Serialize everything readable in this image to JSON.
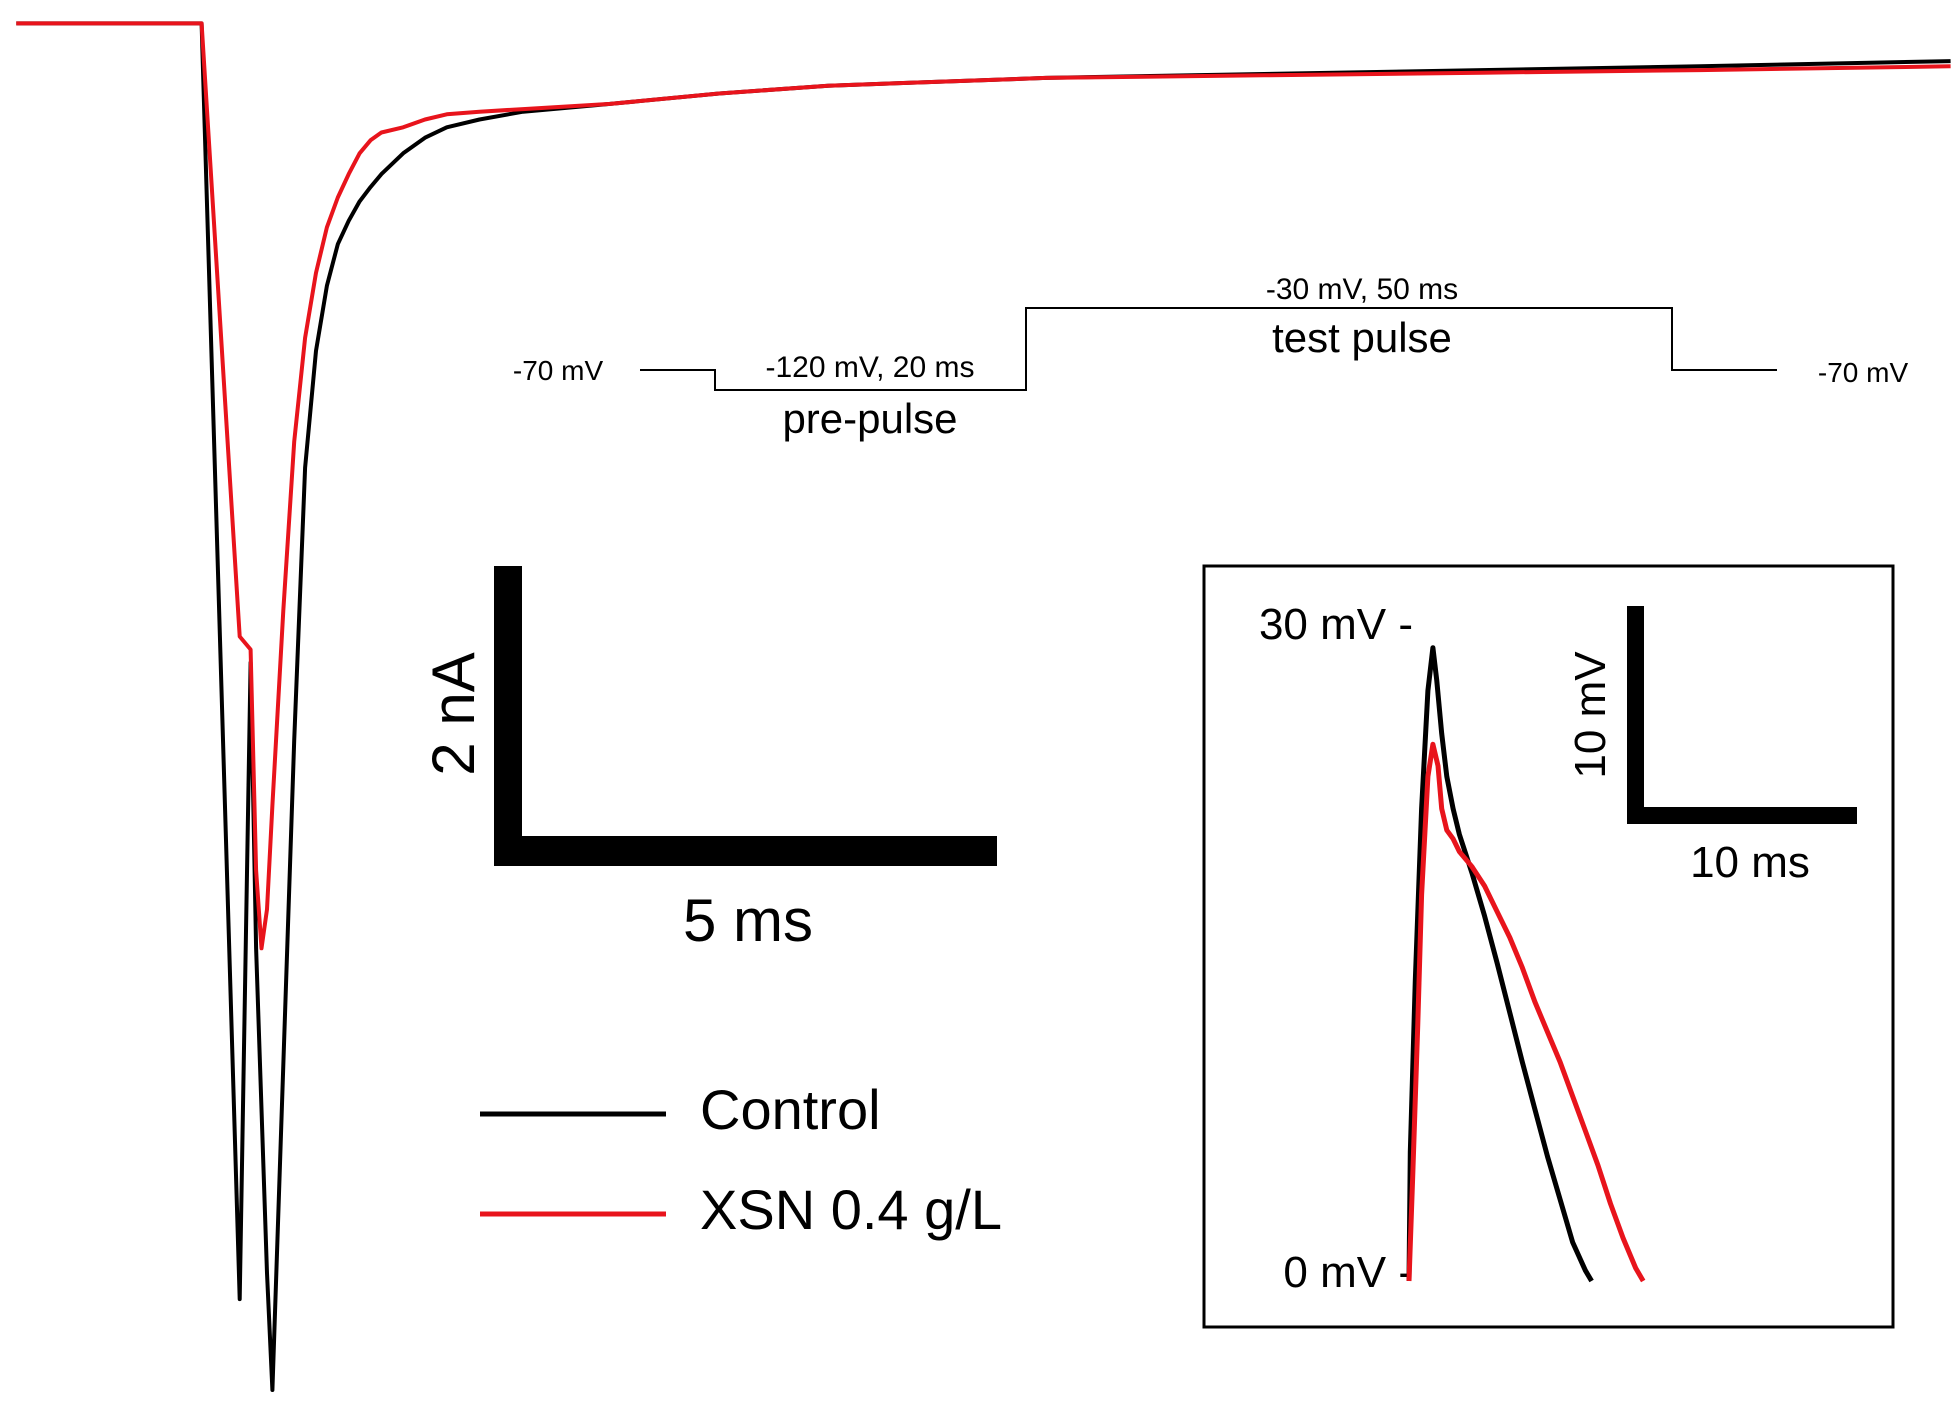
{
  "colors": {
    "control": "#000000",
    "xsn": "#e8141c",
    "background": "#ffffff"
  },
  "legend": {
    "placement": "center-bottom",
    "items": [
      {
        "label": "Control",
        "color": "#000000"
      },
      {
        "label": "XSN 0.4 g/L",
        "color": "#e8141c"
      }
    ]
  },
  "protocol": {
    "hold_start_label": "-70 mV",
    "prepulse_value_label": "-120 mV, 20 ms",
    "prepulse_name": "pre-pulse",
    "test_value_label": "-30 mV, 50 ms",
    "test_name": "test pulse",
    "hold_end_label": "-70 mV"
  },
  "scale_bar": {
    "y_label": "2 nA",
    "x_label": "5 ms"
  },
  "inset": {
    "top_tick_label": "30 mV -",
    "bottom_tick_label": "0 mV -",
    "scale_y_label": "10 mV",
    "scale_x_label": "10 ms"
  },
  "chart_data": [
    {
      "type": "line",
      "title": "",
      "xlabel": "",
      "ylabel": "",
      "x_units": "ms",
      "y_units": "nA",
      "xlim": [
        -5.2,
        30.7
      ],
      "ylim": [
        -10.6,
        0.2
      ],
      "grid": false,
      "series": [
        {
          "name": "Control",
          "color": "#000000",
          "x": [
            -4.9,
            -1.5,
            -0.8,
            -0.6,
            -0.5,
            -0.3,
            -0.2,
            0.0,
            0.2,
            0.4,
            0.6,
            0.8,
            1.0,
            1.2,
            1.4,
            1.6,
            1.8,
            2.2,
            2.6,
            3.0,
            3.6,
            4.4,
            6.0,
            8.0,
            10.0,
            14.0,
            18.0,
            22.0,
            26.0,
            30.6
          ],
          "y": [
            0.02,
            0.02,
            -9.8,
            -4.9,
            -7.1,
            -9.6,
            -10.5,
            -8.0,
            -5.5,
            -3.4,
            -2.5,
            -2.0,
            -1.68,
            -1.5,
            -1.35,
            -1.24,
            -1.14,
            -0.98,
            -0.86,
            -0.78,
            -0.72,
            -0.66,
            -0.6,
            -0.52,
            -0.46,
            -0.4,
            -0.37,
            -0.34,
            -0.31,
            -0.27
          ]
        },
        {
          "name": "XSN 0.4 g/L",
          "color": "#e8141c",
          "x": [
            -4.9,
            -1.5,
            -0.8,
            -0.6,
            -0.5,
            -0.4,
            -0.3,
            -0.2,
            0.0,
            0.2,
            0.4,
            0.6,
            0.8,
            1.0,
            1.2,
            1.4,
            1.6,
            1.8,
            2.2,
            2.6,
            3.0,
            3.6,
            4.4,
            6.0,
            8.0,
            10.0,
            14.0,
            18.0,
            22.0,
            26.0,
            30.6
          ],
          "y": [
            0.02,
            0.02,
            -4.7,
            -4.8,
            -6.5,
            -7.1,
            -6.8,
            -6.0,
            -4.5,
            -3.2,
            -2.4,
            -1.9,
            -1.55,
            -1.32,
            -1.14,
            -0.98,
            -0.88,
            -0.82,
            -0.78,
            -0.72,
            -0.68,
            -0.66,
            -0.64,
            -0.6,
            -0.52,
            -0.46,
            -0.4,
            -0.38,
            -0.36,
            -0.34,
            -0.31
          ]
        }
      ]
    },
    {
      "type": "line",
      "title": "",
      "xlabel": "",
      "ylabel": "",
      "x_units": "ms",
      "y_units": "mV",
      "xlim": [
        0,
        32
      ],
      "ylim": [
        0,
        30
      ],
      "grid": false,
      "series": [
        {
          "name": "Control",
          "color": "#000000",
          "x": [
            0.0,
            0.1,
            0.5,
            1.0,
            1.5,
            1.9,
            2.2,
            2.6,
            3.0,
            3.5,
            4.0,
            5.0,
            6.0,
            7.0,
            8.0,
            9.0,
            10.0,
            11.0,
            12.0,
            13.0,
            14.0,
            14.5
          ],
          "y": [
            0,
            6,
            14,
            22,
            27.5,
            29.5,
            28.0,
            25.5,
            23.5,
            22.0,
            20.8,
            19.0,
            17.0,
            14.8,
            12.5,
            10.2,
            8.0,
            5.8,
            3.8,
            1.8,
            0.5,
            0
          ]
        },
        {
          "name": "XSN 0.4 g/L",
          "color": "#e8141c",
          "x": [
            0.0,
            0.3,
            0.7,
            1.0,
            1.5,
            1.9,
            2.3,
            2.6,
            3.0,
            3.5,
            4.0,
            5.0,
            6.0,
            7.0,
            8.0,
            9.0,
            10.0,
            11.0,
            12.0,
            13.0,
            14.0,
            15.0,
            16.0,
            17.0,
            18.0,
            18.6
          ],
          "y": [
            0,
            5,
            12,
            18,
            23.5,
            25.0,
            24.0,
            22.0,
            21.0,
            20.6,
            20.0,
            19.3,
            18.4,
            17.2,
            16.0,
            14.6,
            13.0,
            11.6,
            10.2,
            8.6,
            7.0,
            5.4,
            3.6,
            2.0,
            0.6,
            0
          ]
        }
      ]
    }
  ]
}
